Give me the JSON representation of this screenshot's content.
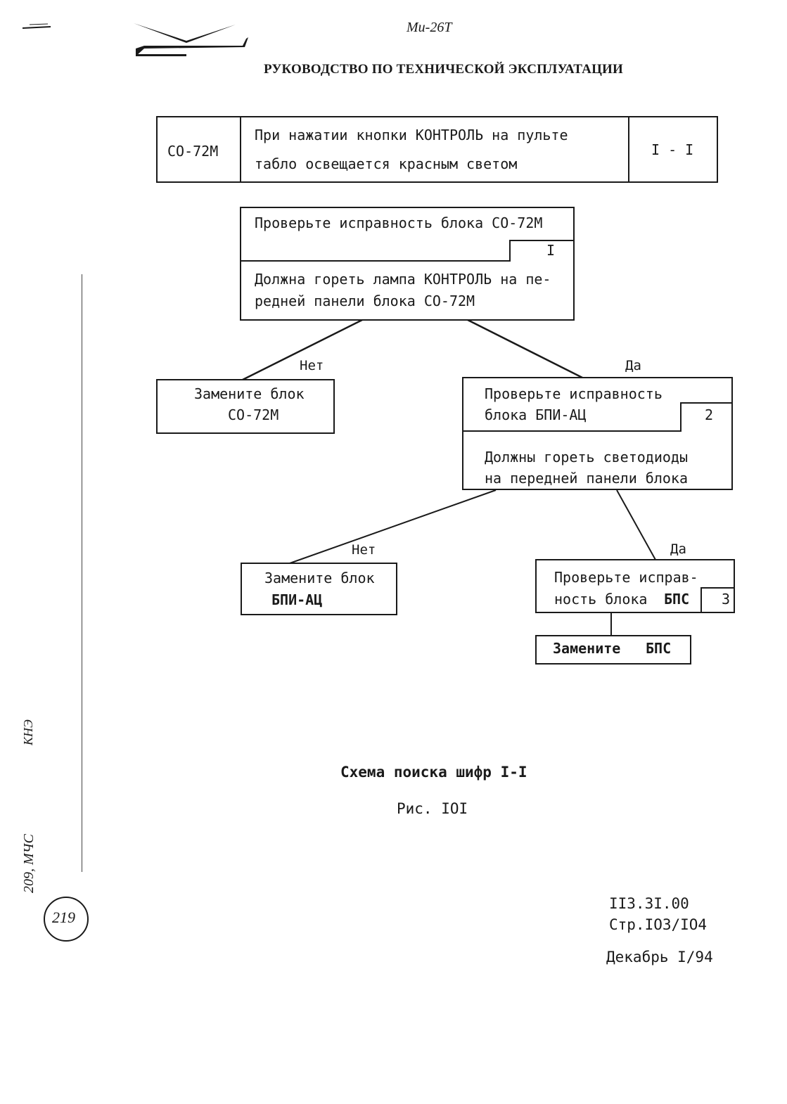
{
  "header": {
    "aircraft": "Ми-26Т",
    "manual_title": "РУКОВОДСТВО ПО ТЕХНИЧЕСКОЙ ЭКСПЛУАТАЦИИ"
  },
  "code_table": {
    "device": "СО-72М",
    "symptom_line1": "При нажатии кнопки КОНТРОЛЬ на пульте",
    "symptom_line2": "табло освещается красным светом",
    "code": "I - I"
  },
  "flow": {
    "step1": {
      "check": "Проверьте исправность блока СО-72М",
      "number": "I",
      "expect_line1": "Должна гореть лампа КОНТРОЛЬ на пе-",
      "expect_line2": "редней панели блока СО-72М"
    },
    "no1_label": "Нет",
    "yes1_label": "Да",
    "replace1_line1": "Замените блок",
    "replace1_line2": "СО-72М",
    "step2": {
      "check_line1": "Проверьте исправность",
      "check_line2": "блока БПИ-АЦ",
      "number": "2",
      "expect_line1": "Должны гореть светодиоды",
      "expect_line2": "на передней панели блока"
    },
    "no2_label": "Нет",
    "yes2_label": "Да",
    "replace2_line1": "Замените блок",
    "replace2_line2": "БПИ-АЦ",
    "step3": {
      "check_line1": "Проверьте исправ-",
      "check_line2": "ность блока",
      "check_unit": "БПС",
      "number": "3"
    },
    "replace3_word": "Замените",
    "replace3_unit": "БПС"
  },
  "caption": {
    "title": "Схема поиска шифр I-I",
    "figure": "Рис. IOI"
  },
  "footer": {
    "doc_code": "II3.3I.00",
    "page": "Стр.IO3/IO4",
    "date": "Декабрь I/94"
  },
  "margin_notes": {
    "stamp_number": "219",
    "handwritten_1": "КНЭ",
    "handwritten_2": "209, МЧС"
  }
}
